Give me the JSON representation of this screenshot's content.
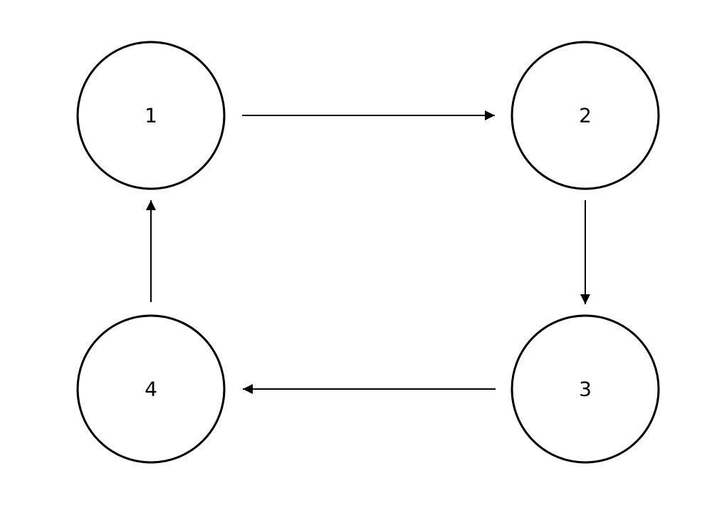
{
  "diagram": {
    "nodes": [
      {
        "id": "n1",
        "label": "1"
      },
      {
        "id": "n2",
        "label": "2"
      },
      {
        "id": "n3",
        "label": "3"
      },
      {
        "id": "n4",
        "label": "4"
      }
    ],
    "edges": [
      {
        "from": "n1",
        "to": "n2"
      },
      {
        "from": "n2",
        "to": "n3"
      },
      {
        "from": "n3",
        "to": "n4"
      },
      {
        "from": "n4",
        "to": "n1"
      }
    ],
    "colors": {
      "stroke": "#000000",
      "background": "#ffffff"
    }
  }
}
